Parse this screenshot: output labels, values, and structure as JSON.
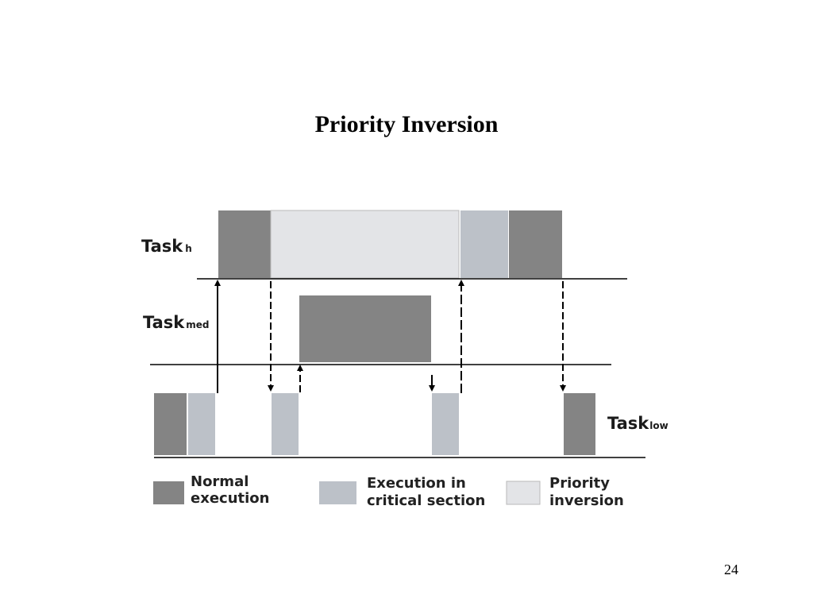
{
  "title": "Priority Inversion",
  "page_number": "24",
  "tasks": {
    "high": {
      "name": "Task",
      "subscript": "h"
    },
    "med": {
      "name": "Task",
      "subscript": "med"
    },
    "low": {
      "name": "Task",
      "subscript": "low"
    }
  },
  "legend": {
    "normal": {
      "line1": "Normal",
      "line2": "execution"
    },
    "critical": {
      "line1": "Execution in",
      "line2": "critical section"
    },
    "inversion": {
      "line1": "Priority",
      "line2": "inversion"
    }
  },
  "colors": {
    "normal": "#848484",
    "critical": "#bcc1c8",
    "inversion": "#e3e4e7"
  }
}
